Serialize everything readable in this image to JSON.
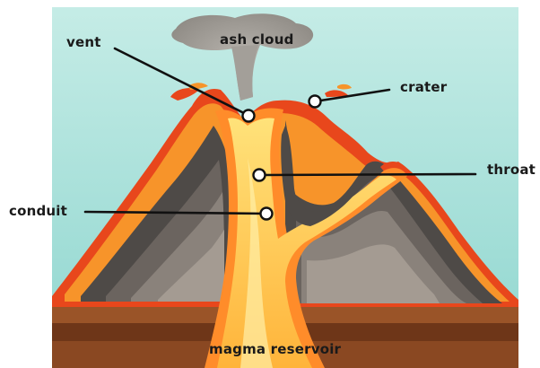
{
  "labels": {
    "vent": "vent",
    "ash_cloud": "ash cloud",
    "crater": "crater",
    "throat": "throat",
    "conduit": "conduit",
    "magma_reservoir": "magma reservoir"
  },
  "colors": {
    "sky_top": "#bde9e3",
    "sky_bottom": "#8fd6cf",
    "lava_outer": "#e8471c",
    "lava_mid": "#f7942a",
    "magma_core": "#ffd75c",
    "rock_dark": "#4e4a47",
    "rock_mid": "#7a736d",
    "rock_light": "#a49b92",
    "ground_brown": "#8b4a22",
    "ash_grey": "#9d9993"
  }
}
